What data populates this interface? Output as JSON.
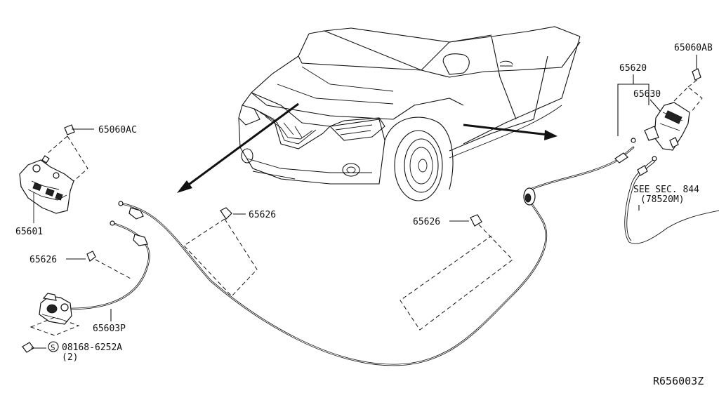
{
  "labels": {
    "p65060AB": "65060AB",
    "p65620": "65620",
    "p65630": "65630",
    "p65060AC": "65060AC",
    "p65601": "65601",
    "p65626_left": "65626",
    "p65626_center": "65626",
    "p65626_right": "65626",
    "p65603P": "65603P",
    "bolt_code": "08168-6252A",
    "bolt_qty": "(2)",
    "bolt_symbol": "S",
    "see_sec_line1": "SEE SEC. 844",
    "see_sec_line2": "(78520M)"
  },
  "figure_ref": "R656003Z"
}
